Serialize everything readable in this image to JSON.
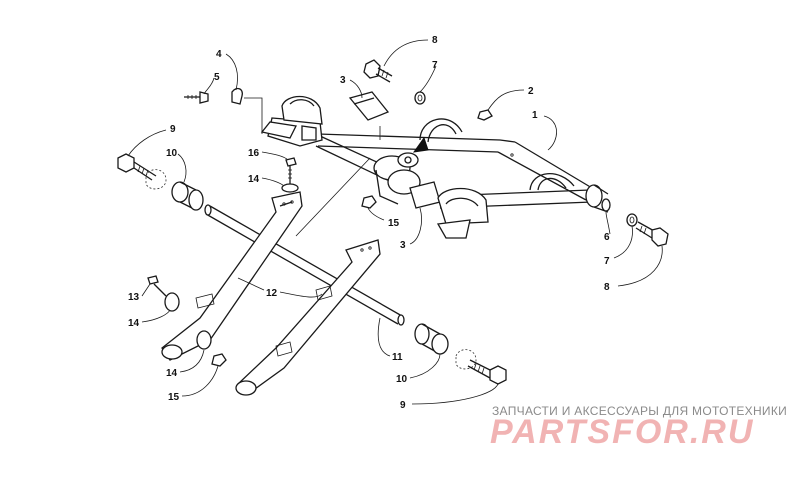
{
  "callouts": [
    "1",
    "2",
    "3",
    "3",
    "4",
    "5",
    "6",
    "7",
    "7",
    "8",
    "8",
    "9",
    "9",
    "10",
    "10",
    "11",
    "12",
    "13",
    "14",
    "14",
    "14",
    "15",
    "15",
    "16"
  ],
  "watermark": {
    "caption": "ЗАПЧАСТИ И АКСЕССУАРЫ ДЛЯ МОТОТЕХНИКИ",
    "logo": "PARTSFOR.RU"
  }
}
